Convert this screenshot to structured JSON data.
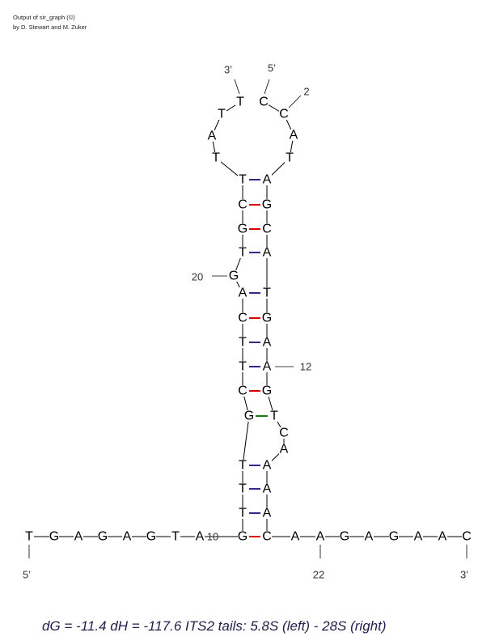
{
  "header": {
    "line1": "Output of sir_graph (©)",
    "line2": "by D. Stewart and M. Zuker"
  },
  "footer": "dG = -11.4 dH = -117.6 ITS2 tails: 5.8S (left) - 28S (right)",
  "labels": [
    "3’",
    "5’",
    "2",
    "20",
    "12",
    "10",
    "5’",
    "22",
    "3’"
  ],
  "tail_left": [
    "T",
    "G",
    "A",
    "G",
    "A",
    "G",
    "T",
    "A"
  ],
  "tail_right": [
    "A",
    "A",
    "G",
    "A",
    "G",
    "A",
    "A",
    "C"
  ],
  "hairpin_loop": [
    "C",
    "C",
    "A",
    "T",
    "T",
    "A",
    "T",
    "T"
  ],
  "stem": [
    {
      "left": "T",
      "right": "A",
      "bond": "AT"
    },
    {
      "left": "C",
      "right": "G",
      "bond": "GC"
    },
    {
      "left": "G",
      "right": "C",
      "bond": "GC"
    },
    {
      "left": "T",
      "right": "A",
      "bond": "AT"
    },
    {
      "left": "G",
      "right": "",
      "bond": ""
    },
    {
      "left": "A",
      "right": "T",
      "bond": "AT"
    },
    {
      "left": "C",
      "right": "G",
      "bond": "GC"
    },
    {
      "left": "T",
      "right": "A",
      "bond": "AT"
    },
    {
      "left": "T",
      "right": "A",
      "bond": "AT"
    },
    {
      "left": "C",
      "right": "G",
      "bond": "GC"
    },
    {
      "left": "G",
      "right": "T",
      "bond": "GT"
    },
    {
      "left": "",
      "right": "C",
      "bond": ""
    },
    {
      "left": "",
      "right": "A",
      "bond": ""
    },
    {
      "left": "T",
      "right": "A",
      "bond": "AT"
    },
    {
      "left": "T",
      "right": "A",
      "bond": "AT"
    },
    {
      "left": "T",
      "right": "A",
      "bond": "AT"
    },
    {
      "left": "G",
      "right": "C",
      "bond": "GC"
    }
  ],
  "bond_colors": {
    "AT": "#2c2c8c",
    "GC": "#dd0000",
    "GT": "#1a7a1a"
  }
}
